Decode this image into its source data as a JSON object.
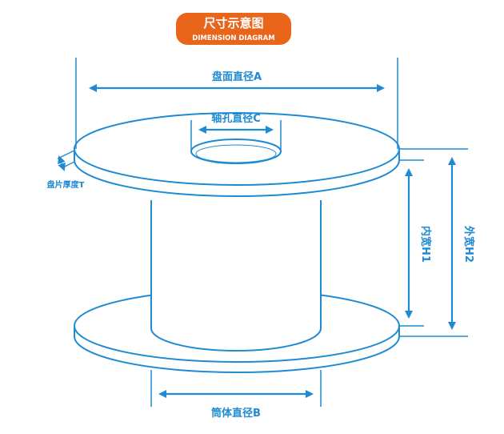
{
  "header": {
    "title": "尺寸示意图",
    "subtitle": "DIMENSION DIAGRAM"
  },
  "labels": {
    "disc_diameter": "盘面直径A",
    "shaft_hole_diameter": "轴孔直径C",
    "disc_thickness": "盘片厚度T",
    "inner_width": "内宽H1",
    "outer_width": "外宽H2",
    "barrel_diameter": "筒体直径B"
  },
  "colors": {
    "primary_blue": "#1f8ad4",
    "badge_orange": "#e8651a",
    "badge_text": "#ffffff",
    "background": "#ffffff"
  }
}
